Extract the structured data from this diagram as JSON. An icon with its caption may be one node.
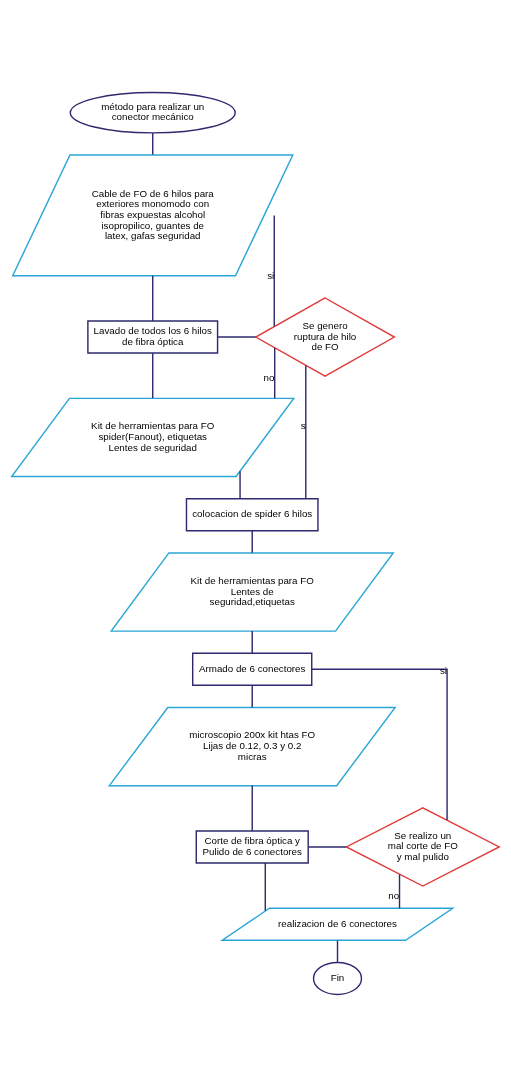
{
  "diagram": {
    "nodes": [
      {
        "text": [
          "método para realizar un conector mecánico"
        ]
      },
      {
        "text": [
          "Cable de FO de 6 hilos para exteriores monomodo con fibras expuestas alcohol isopropilico, guantes de latex, gafas seguridad"
        ]
      },
      {
        "text": [
          "Lavado de todos los 6 hilos de fibra óptica"
        ]
      },
      {
        "text": [
          "Se genero ruptura de hilo de FO"
        ]
      },
      {
        "text": [
          "Kit de herramientas para FO spider(Fanout), etiquetas Lentes de seguridad"
        ]
      },
      {
        "text": [
          "colocacion de spider 6 hilos"
        ]
      },
      {
        "text": [
          "Kit de herramientas para FO Lentes de seguridad,etiquetas"
        ]
      },
      {
        "text": [
          "Armado de 6 conectores"
        ]
      },
      {
        "text": [
          "microscopio 200x kit htas FO Lijas de 0.12, 0.3 y 0.2 micras"
        ]
      },
      {
        "text": [
          "Corte de fibra óptica y Pulido de 6 conectores"
        ]
      },
      {
        "text": [
          "Se realizo un mal corte de FO y mal pulido"
        ]
      },
      {
        "text": [
          "realizacion de 6 conectores"
        ]
      },
      {
        "text": [
          "Fin"
        ]
      }
    ],
    "edges": [
      {
        "from": 0,
        "to": 1,
        "arrow": "none"
      },
      {
        "from": 1,
        "to": 2,
        "arrow": "none"
      },
      {
        "from": 2,
        "to": 4,
        "arrow": "none"
      },
      {
        "from": 4,
        "to": 5,
        "arrow": "none"
      },
      {
        "from": 5,
        "to": 6,
        "arrow": "none"
      },
      {
        "from": 6,
        "to": 7,
        "arrow": "none"
      },
      {
        "from": 7,
        "to": 8,
        "arrow": "none"
      },
      {
        "from": 8,
        "to": 9,
        "arrow": "none"
      },
      {
        "from": 9,
        "to": 11,
        "arrow": "none"
      },
      {
        "from": 11,
        "to": 12,
        "arrow": "none"
      },
      {
        "from": 2,
        "to": 3,
        "arrow": "none"
      },
      {
        "from": 3,
        "to": 1,
        "arrow": "none",
        "label": "si"
      },
      {
        "from": 3,
        "to": 4,
        "arrow": "none",
        "label": "no"
      },
      {
        "from": 3,
        "to": 5,
        "arrow": "none",
        "label": "s"
      },
      {
        "from": 9,
        "to": 10,
        "arrow": "none"
      },
      {
        "from": 10,
        "to": 7,
        "arrow": "none",
        "label": "si"
      },
      {
        "from": 10,
        "to": 11,
        "arrow": "none",
        "label": "no"
      }
    ]
  }
}
